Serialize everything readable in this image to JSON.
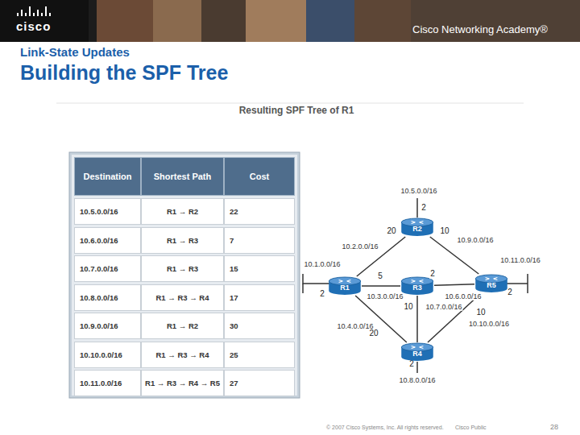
{
  "diagram": {
    "title": "Building the SPF Tree",
    "nodes": [
      {
        "text": [
          "R2"
        ]
      },
      {
        "text": [
          "R1"
        ]
      },
      {
        "text": [
          "R3"
        ]
      },
      {
        "text": [
          "R5"
        ]
      },
      {
        "text": [
          "R4"
        ]
      }
    ],
    "edges": [
      {
        "from": 1,
        "to": 0,
        "arrow": "none",
        "label": "20"
      },
      {
        "from": 0,
        "to": 3,
        "arrow": "none",
        "label": "10"
      },
      {
        "from": 1,
        "to": 2,
        "arrow": "none",
        "label": "5"
      },
      {
        "from": 2,
        "to": 3,
        "arrow": "none",
        "label": "2"
      },
      {
        "from": 2,
        "to": 4,
        "arrow": "none",
        "label": "10"
      },
      {
        "from": 1,
        "to": 4,
        "arrow": "none",
        "label": "20"
      },
      {
        "from": 4,
        "to": 3,
        "arrow": "none",
        "label": "10"
      }
    ],
    "labels": [
      "cisco",
      "Cisco Networking Academy®",
      "Link-State Updates",
      "Resulting SPF Tree of R1",
      "Destination",
      "Shortest Path",
      "Cost",
      "10.5.0.0/16",
      "R1 → R2",
      "22",
      "10.6.0.0/16",
      "R1 → R3",
      "7",
      "10.7.0.0/16",
      "R1 → R3",
      "15",
      "10.8.0.0/16",
      "R1 → R3 → R4",
      "17",
      "10.9.0.0/16",
      "R1 → R2",
      "30",
      "10.10.0.0/16",
      "R1 → R3 → R4",
      "25",
      "10.11.0.0/16",
      "R1 → R3 → R4 → R5",
      "27",
      "10.5.0.0/16",
      "2",
      "10.2.0.0/16",
      "10.9.0.0/16",
      "10.1.0.0/16",
      "2",
      "10.11.0.0/16",
      "2",
      "10.3.0.0/16",
      "10.6.0.0/16",
      "10.7.0.0/16",
      "10.10.0.0/16",
      "10.4.0.0/16",
      "2",
      "10.8.0.0/16",
      "© 2007 Cisco Systems, Inc. All rights reserved.",
      "Cisco Public",
      "28"
    ]
  }
}
